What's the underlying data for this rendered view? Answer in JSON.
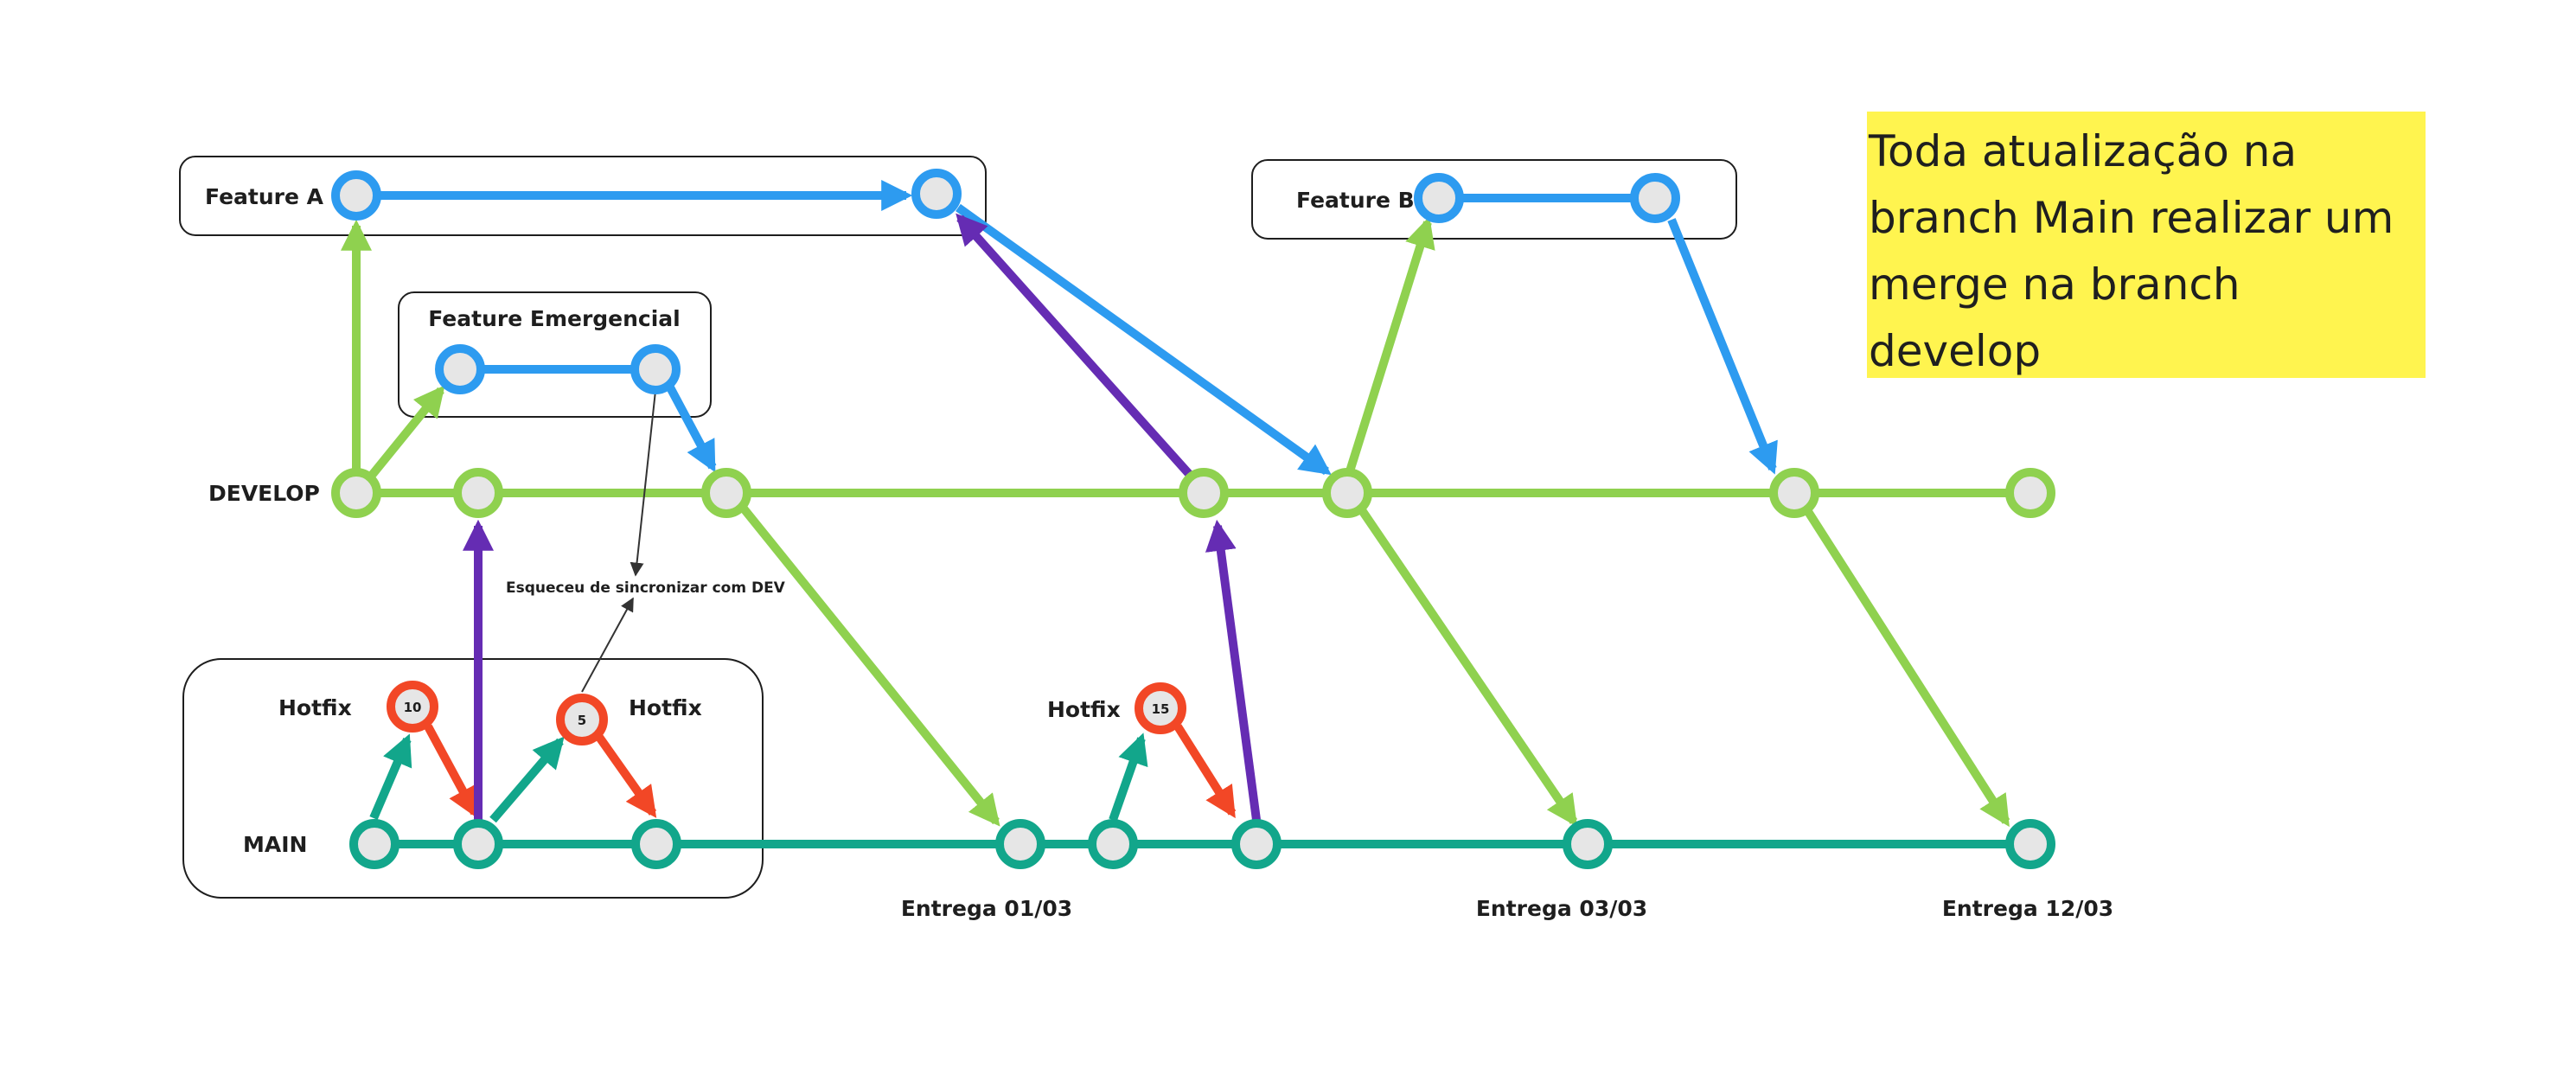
{
  "colors": {
    "develop": "#8fd14f",
    "main": "#12a68b",
    "feature": "#2d9bf0",
    "hotfix": "#f24726",
    "sync": "#652cb3",
    "node_fill": "#e6e6e6",
    "note_bg": "#fff44f"
  },
  "branches": {
    "feature_a": "Feature A",
    "feature_b": "Feature B",
    "feature_emergencial": "Feature Emergencial",
    "develop": "DEVELOP",
    "main": "MAIN"
  },
  "hotfix_labels": [
    "Hotfix",
    "Hotfix",
    "Hotfix"
  ],
  "hotfix_numbers": [
    "10",
    "5",
    "15"
  ],
  "annotation": "Esqueceu de sincronizar com DEV",
  "deliveries": [
    "Entrega 01/03",
    "Entrega 03/03",
    "Entrega 12/03"
  ],
  "note": "Toda atualização na branch Main realizar um merge na branch develop"
}
